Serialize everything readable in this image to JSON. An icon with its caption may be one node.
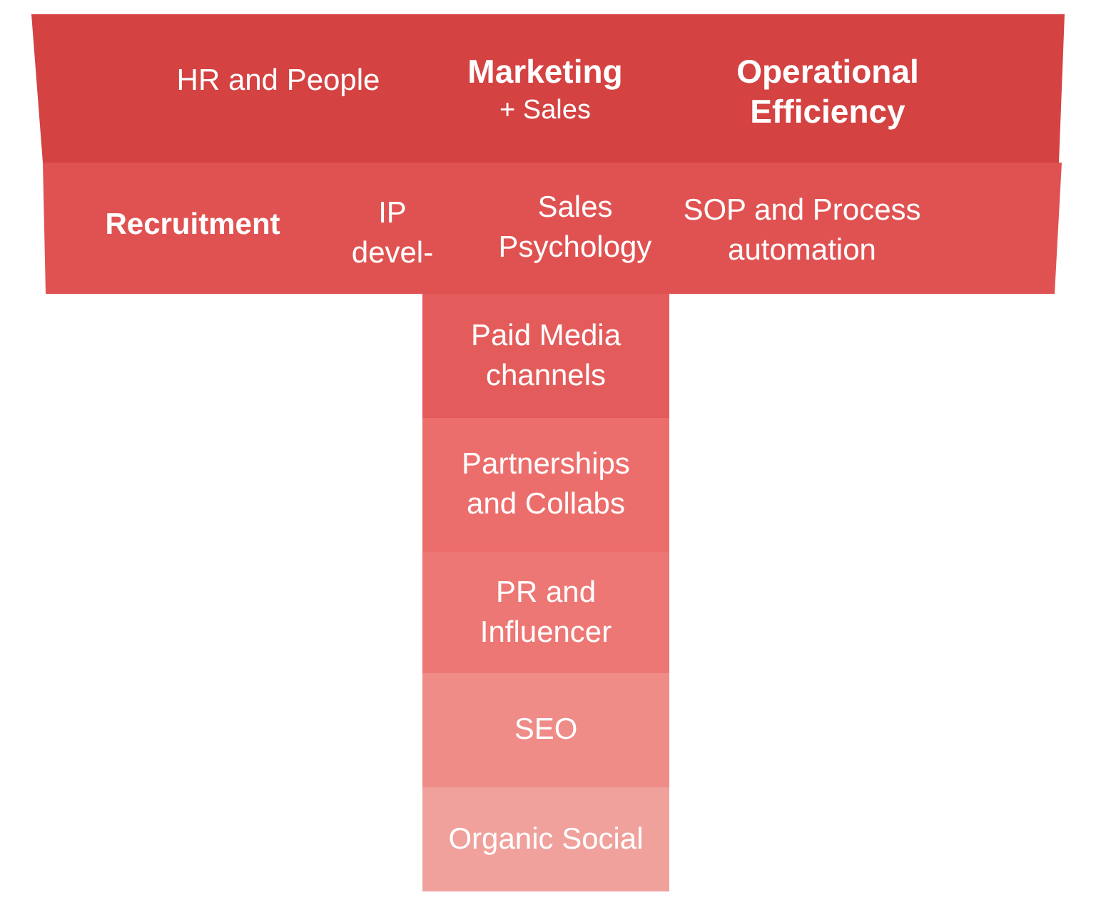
{
  "diagram": {
    "nodes": [
      {
        "text": [
          "HR and People",
          "**Marketing** + Sales",
          "Operational Efficiency"
        ]
      },
      {
        "text": [
          "Recruitment",
          "IP devel-",
          "Sales Psychology",
          "SOP and Process automation"
        ]
      },
      {
        "text": [
          "Paid Media channels"
        ]
      },
      {
        "text": [
          "Partnerships and Collabs"
        ]
      },
      {
        "text": [
          "PR and Influencer"
        ]
      },
      {
        "text": [
          "SEO"
        ]
      },
      {
        "text": [
          "Organic Social"
        ]
      }
    ]
  }
}
